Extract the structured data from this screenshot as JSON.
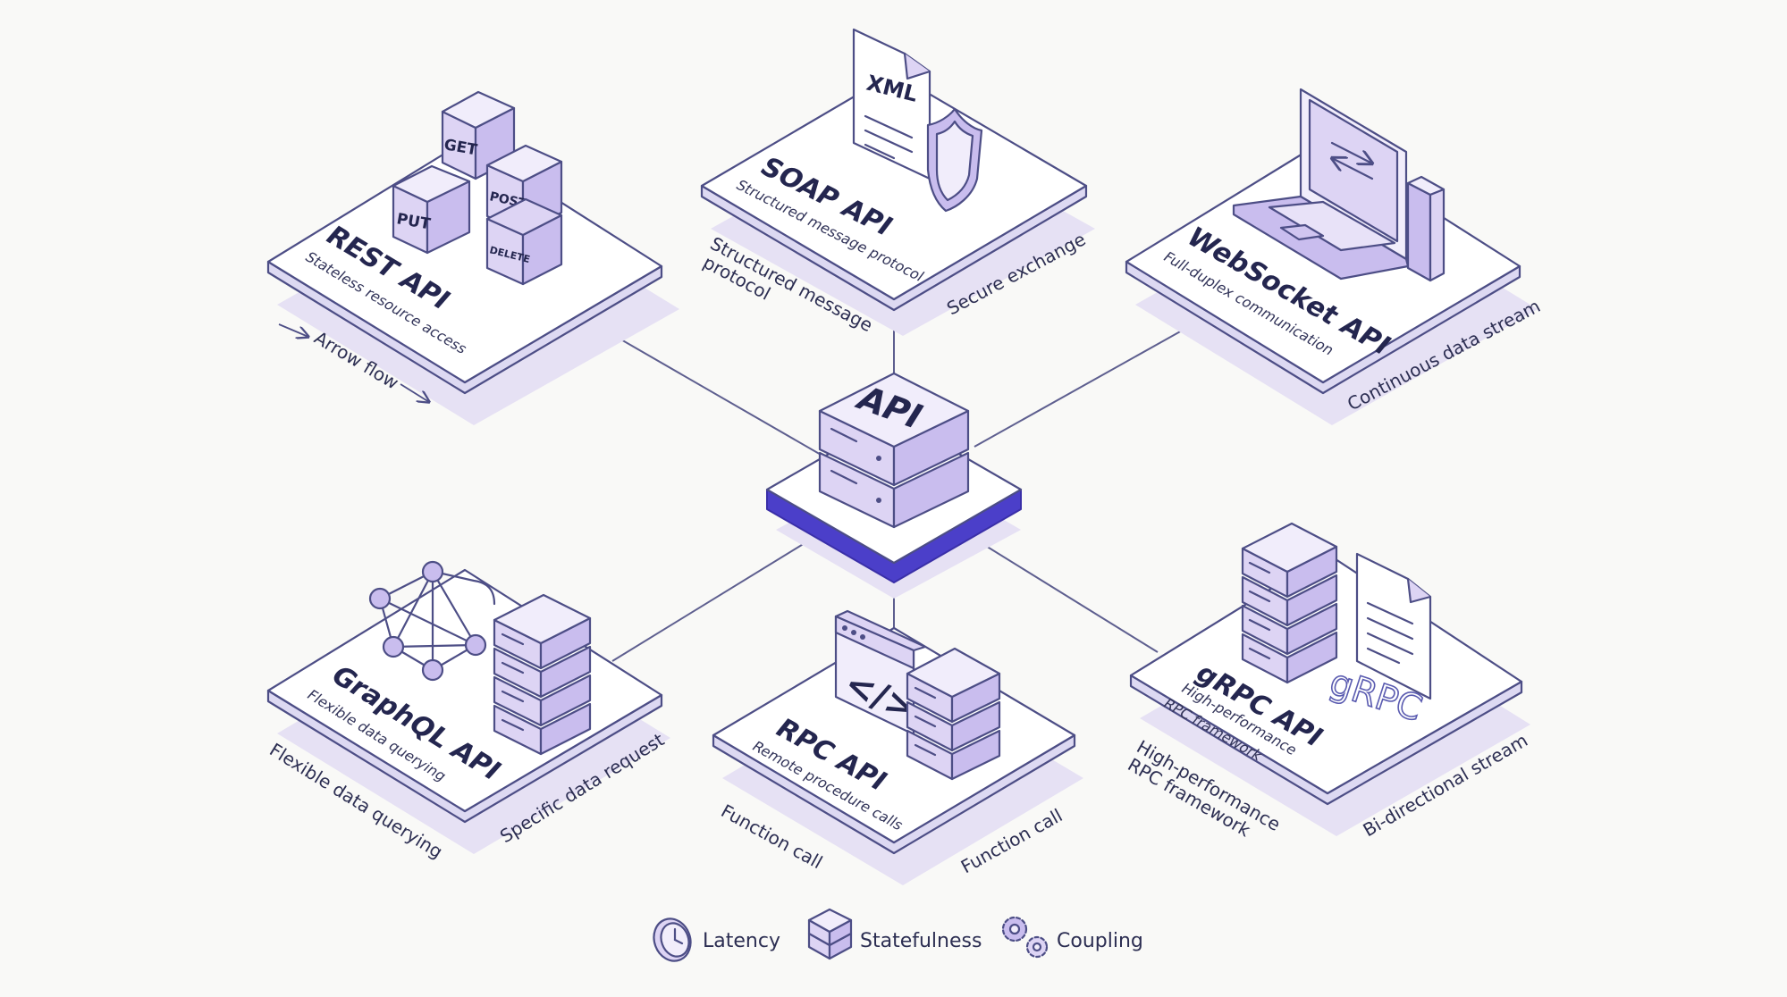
{
  "center": {
    "label": "API"
  },
  "nodes": {
    "rest": {
      "title": "REST API",
      "subtitle": "Stateless resource access",
      "captions": [
        "Arrow flow"
      ],
      "verbs": [
        "GET",
        "POST",
        "PUT",
        "DELETE"
      ]
    },
    "soap": {
      "title": "SOAP API",
      "subtitle": "Structured message protocol",
      "captions": [
        "Structured message",
        "protocol",
        "Secure exchange"
      ],
      "doc_label": "XML"
    },
    "websocket": {
      "title": "WebSocket API",
      "subtitle": "Full-duplex communication",
      "captions": [
        "Continuous data stream"
      ]
    },
    "graphql": {
      "title": "GraphQL API",
      "subtitle": "Flexible data querying",
      "captions": [
        "Flexible data querying",
        "Specific data request"
      ]
    },
    "rpc": {
      "title": "RPC API",
      "subtitle": "Remote procedure calls",
      "captions": [
        "Function call",
        "Function call"
      ],
      "code_glyph": "</>"
    },
    "grpc": {
      "title": "gRPC API",
      "subtitle_lines": [
        "High-performance",
        "RPC framework"
      ],
      "captions": [
        "High-performance",
        "RPC framework",
        "Bi-directional stream"
      ],
      "logo_text": "gRPC"
    }
  },
  "legend": [
    {
      "label": "Latency",
      "icon": "clock-icon"
    },
    {
      "label": "Statefulness",
      "icon": "server-stack-icon"
    },
    {
      "label": "Coupling",
      "icon": "gears-icon"
    }
  ],
  "colors": {
    "background": "#f9f9f7",
    "ink": "#4d4e86",
    "platform_top": "#ffffff",
    "platform_side": "#ddd9f2",
    "platform_shadow": "#e6e1f4",
    "accent": "#4b3fc9",
    "cube_top": "#f1edfb",
    "cube_left": "#ddd4f4",
    "cube_right": "#c9bdee"
  }
}
